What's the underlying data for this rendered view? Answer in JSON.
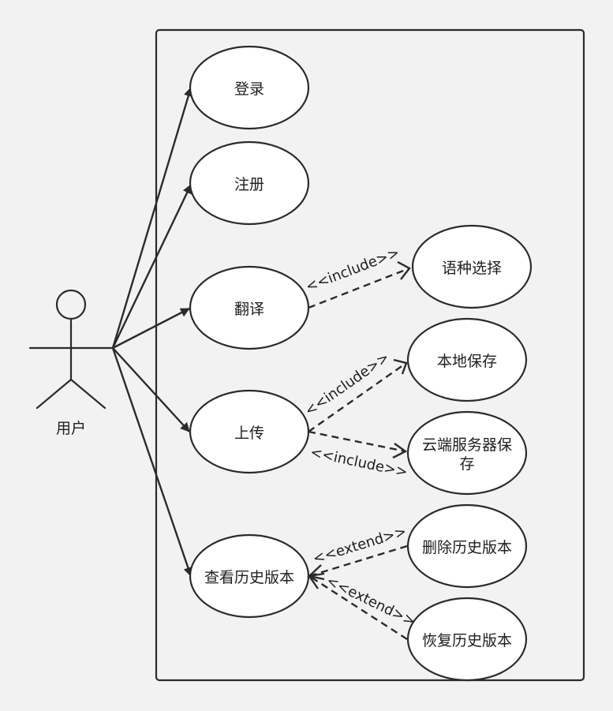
{
  "diagram": {
    "actor": {
      "label": "用户"
    },
    "use_cases": {
      "login": "登录",
      "register": "注册",
      "translate": "翻译",
      "upload": "上传",
      "view_history": "查看历史版本",
      "language_select": "语种选择",
      "local_save": "本地保存",
      "cloud_save_line1": "云端服务器保",
      "cloud_save_line2": "存",
      "delete_history": "删除历史版本",
      "restore_history": "恢复历史版本"
    },
    "relations": {
      "include_translate_language": "<<include>>",
      "include_upload_local": "<<include>>",
      "include_upload_cloud": "<<include>>",
      "extend_delete_view": "<<extend>>",
      "extend_restore_view": "<<extend>>"
    }
  }
}
